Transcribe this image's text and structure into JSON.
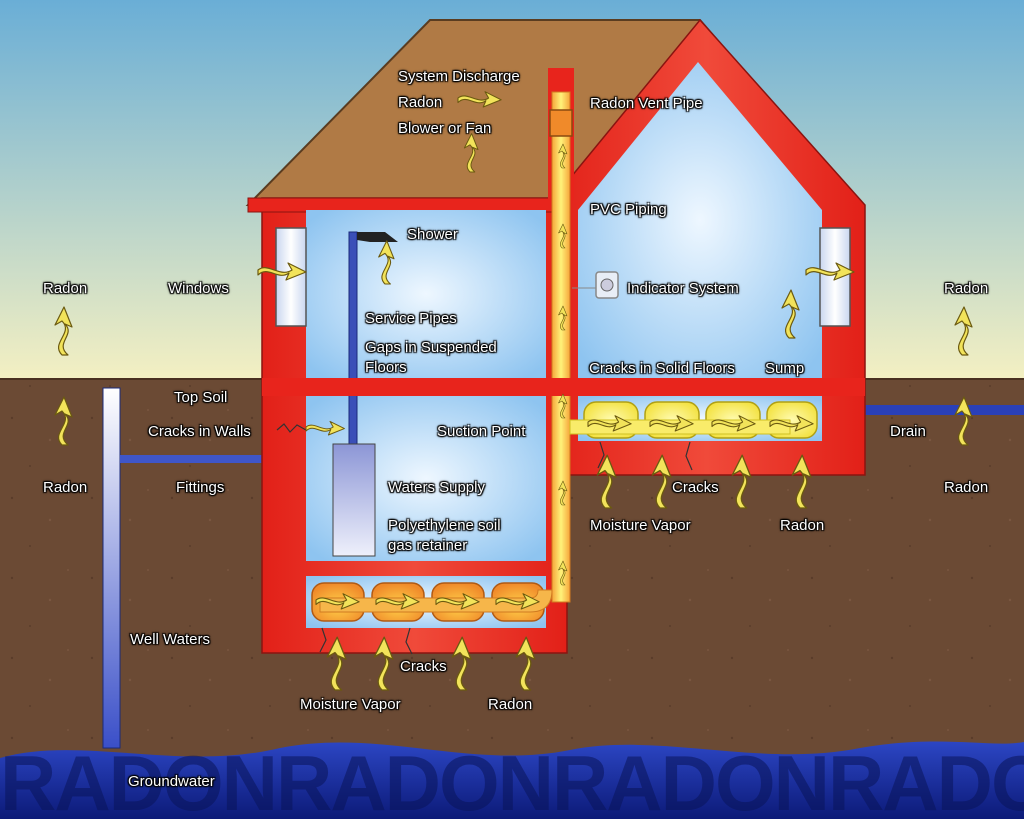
{
  "watermark": "RADONRADONRADONRADONRADON",
  "labels": {
    "system_discharge": "System Discharge",
    "radon_roof": "Radon",
    "blower_fan": "Blower or Fan",
    "radon_vent_pipe": "Radon Vent Pipe",
    "pvc_piping": "PVC Piping",
    "shower": "Shower",
    "indicator_system": "Indicator System",
    "radon_left_air": "Radon",
    "windows": "Windows",
    "radon_right_air": "Radon",
    "service_pipes": "Service Pipes",
    "gaps_suspended_floors": "Gaps in Suspended Floors",
    "cracks_solid_floors": "Cracks in Solid Floors",
    "sump": "Sump",
    "top_soil": "Top Soil",
    "cracks_in_walls": "Cracks in Walls",
    "suction_point": "Suction Point",
    "drain": "Drain",
    "radon_left_ground": "Radon",
    "fittings": "Fittings",
    "waters_supply": "Waters Supply",
    "cracks_right": "Cracks",
    "radon_right_ground": "Radon",
    "polyethylene": "Polyethylene soil gas retainer",
    "moisture_vapor_right": "Moisture Vapor",
    "radon_right_basement": "Radon",
    "well_waters": "Well Waters",
    "cracks_left": "Cracks",
    "moisture_vapor_left": "Moisture Vapor",
    "radon_left_basement": "Radon",
    "groundwater": "Groundwater"
  },
  "colors": {
    "sky_top": "#6aaed6",
    "sky_bottom": "#f4f0c2",
    "soil": "#6b4a34",
    "groundwater": "#15289a",
    "wall": "#e8241c",
    "roof": "#b07a45",
    "room": "#a8d4f6",
    "pipe": "#f7e15a",
    "arrow": "#f2e35a"
  }
}
